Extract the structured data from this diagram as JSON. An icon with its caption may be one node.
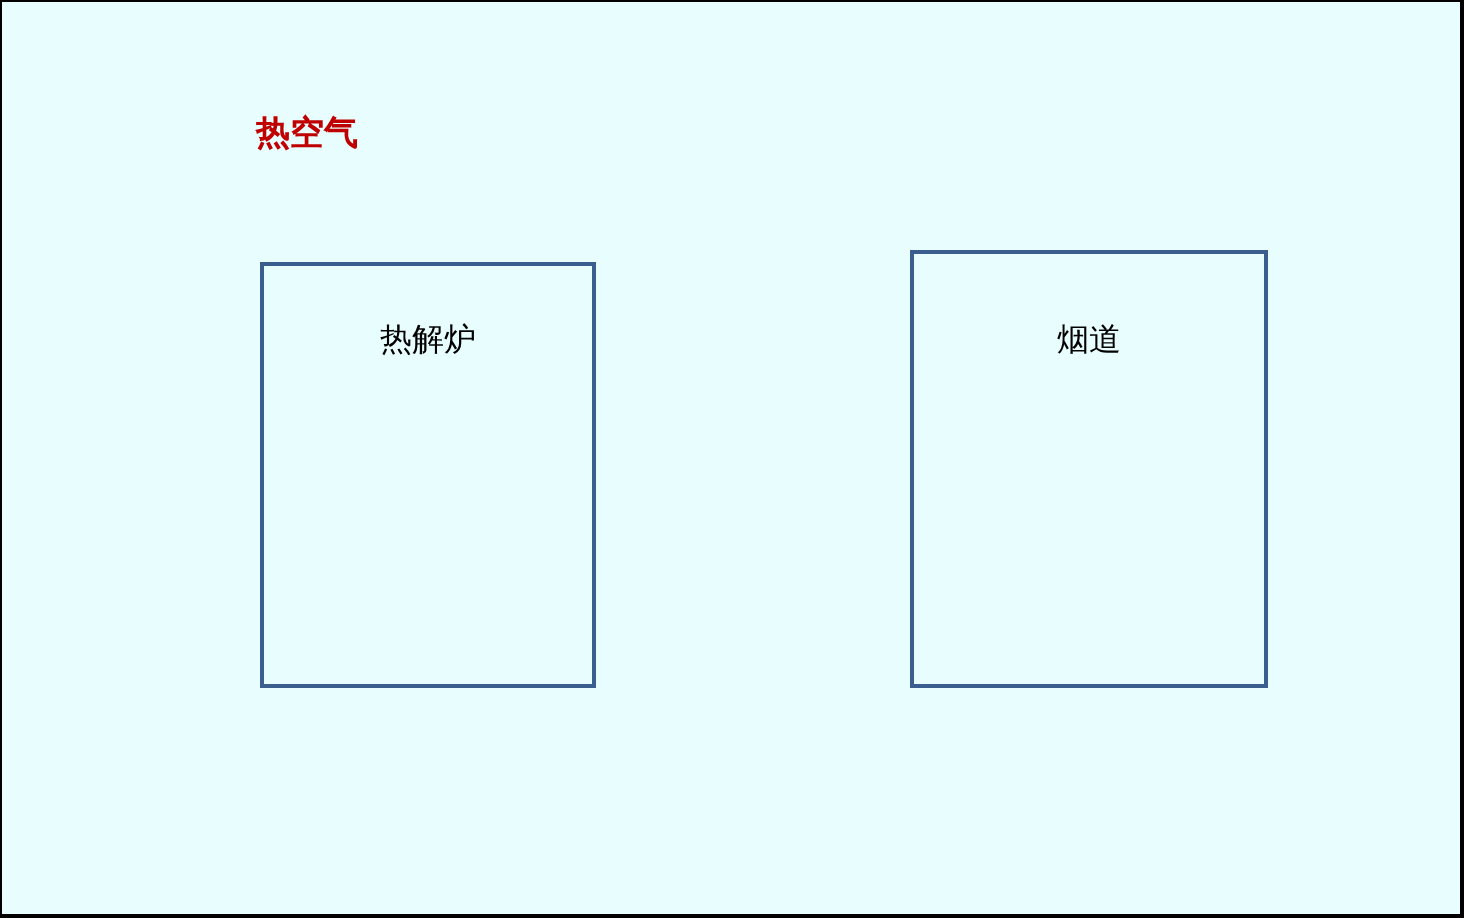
{
  "diagram": {
    "nodes": [
      {
        "text": [
          "热解炉"
        ]
      },
      {
        "text": [
          "烟道"
        ]
      }
    ],
    "labels": [
      "热空气"
    ]
  }
}
